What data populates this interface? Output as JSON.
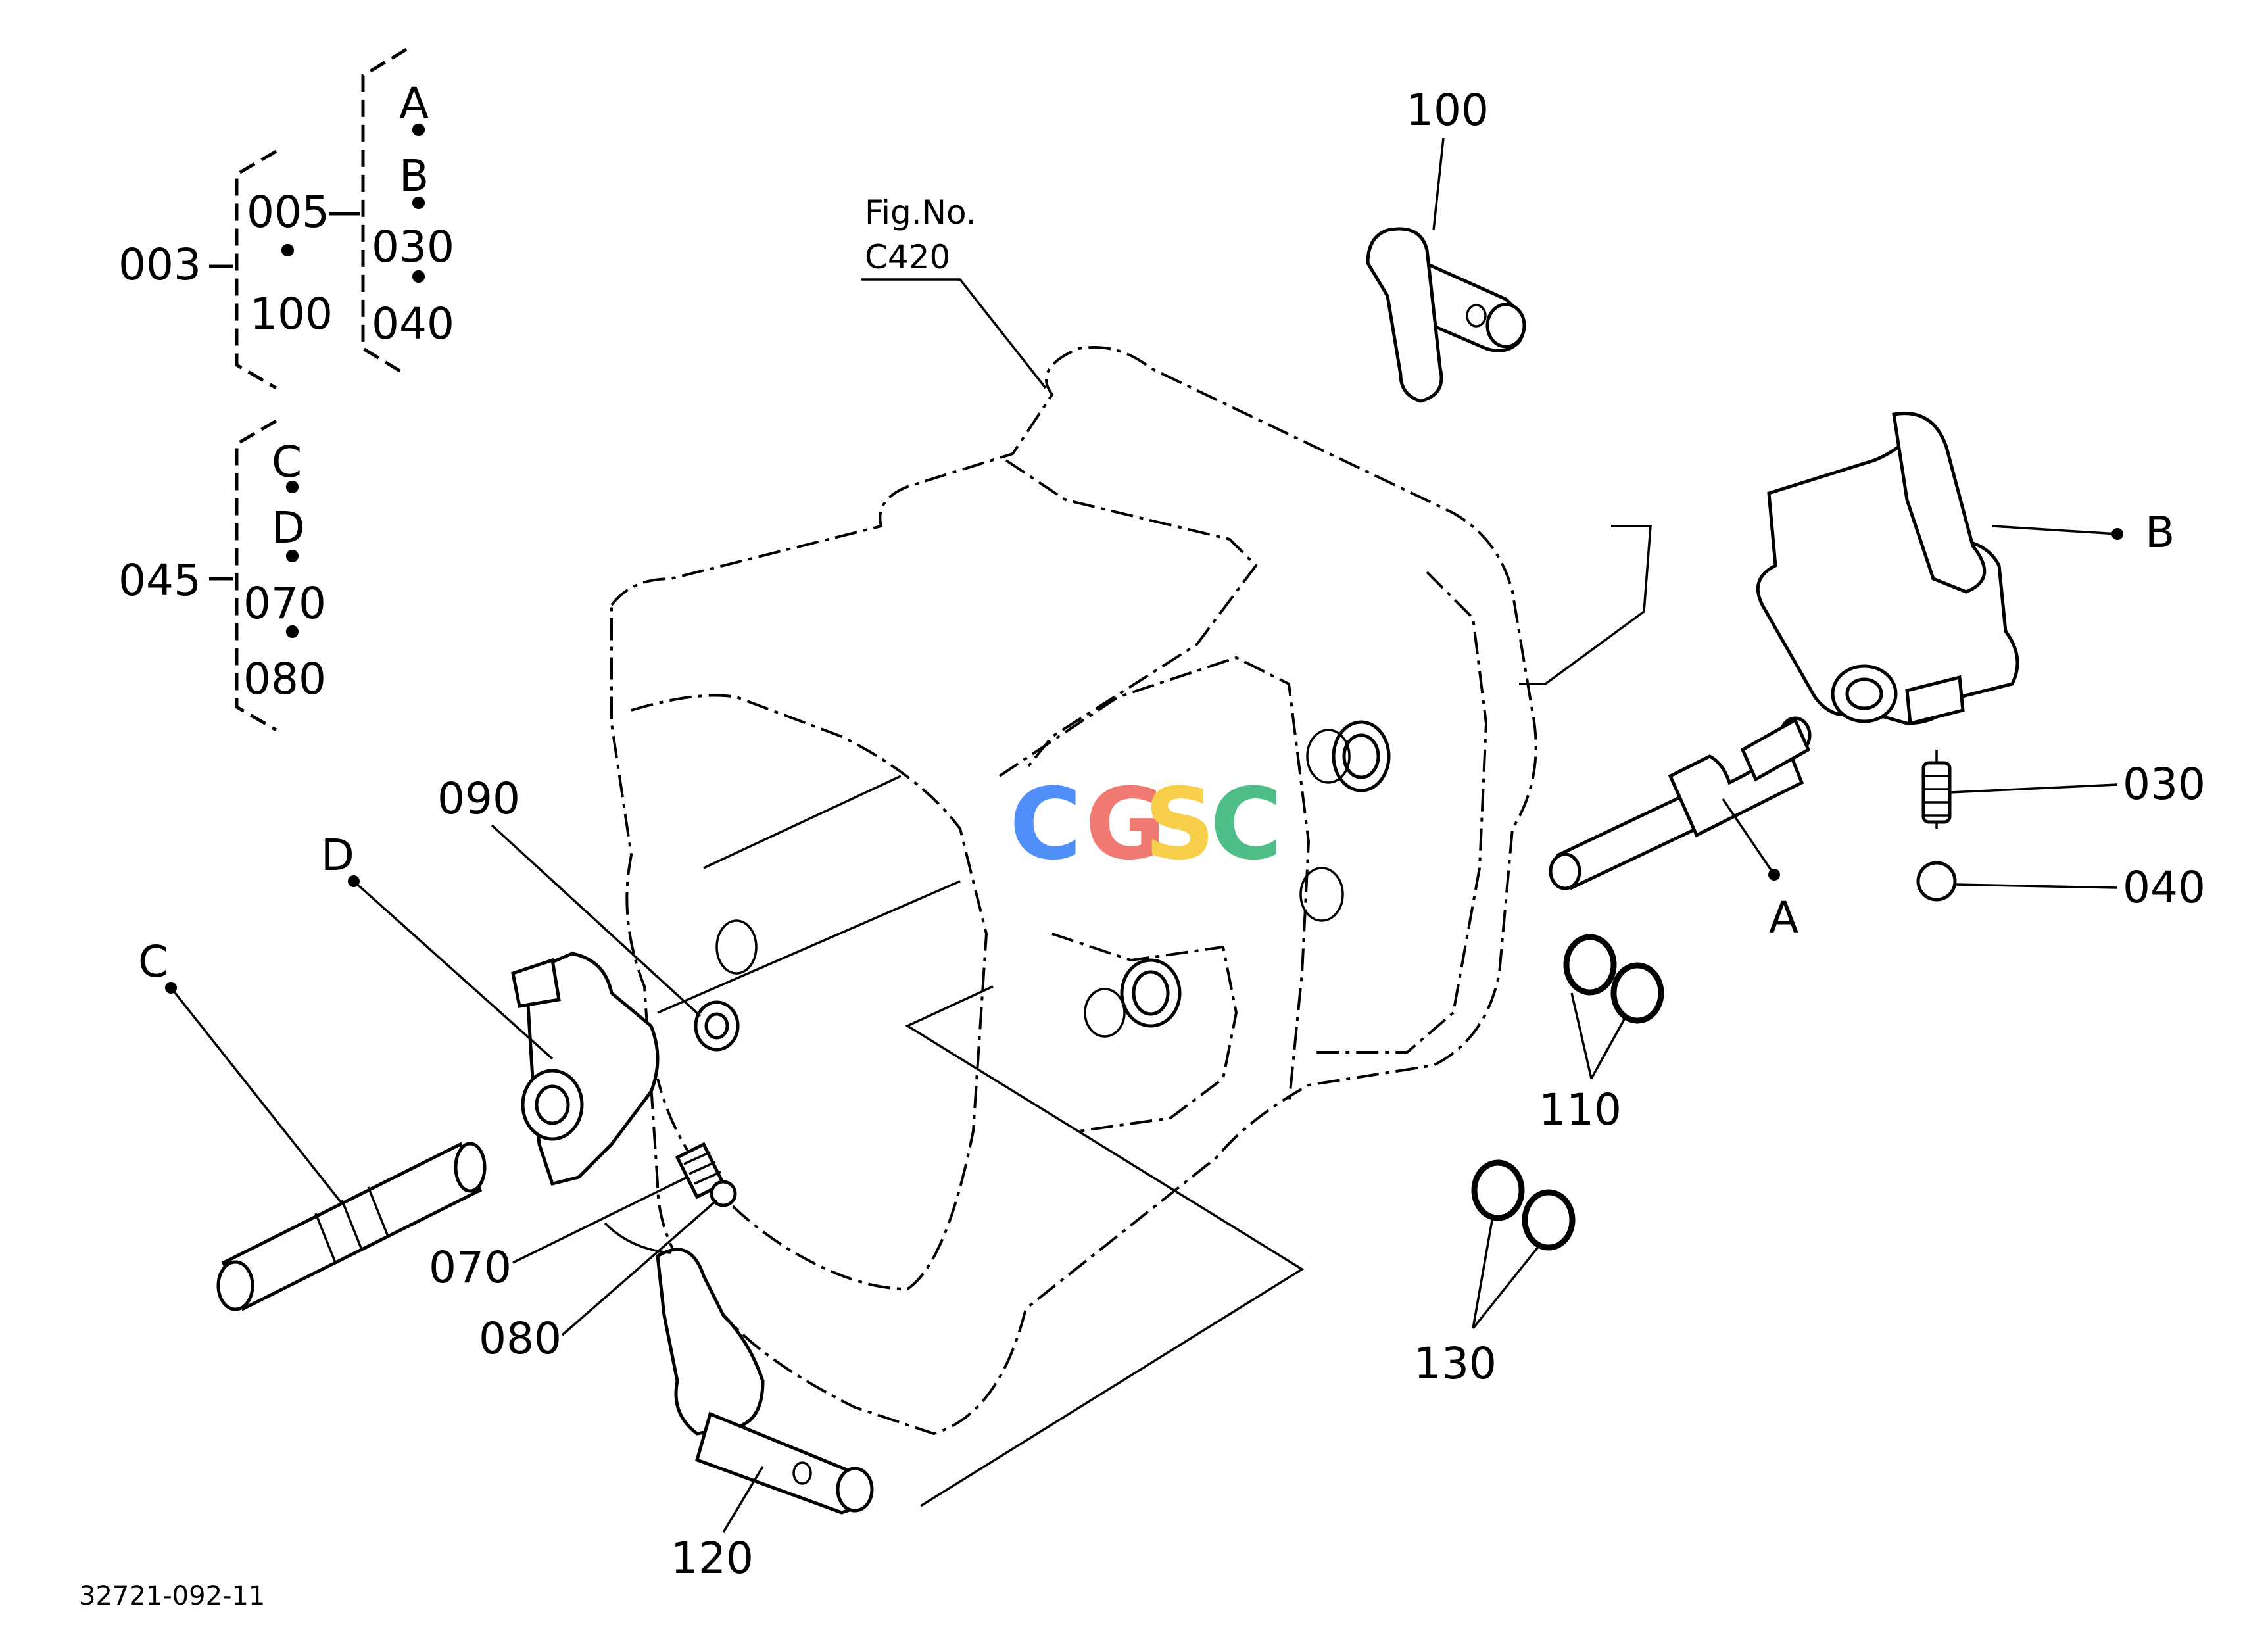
{
  "figure_ref": {
    "line1": "Fig.No.",
    "line2": "C420"
  },
  "doc_code": "32721-092-11",
  "watermark": {
    "letters": [
      "C",
      "G",
      "S",
      "C"
    ],
    "colors": [
      "#4f8ff7",
      "#f07a72",
      "#f7cf4a",
      "#4fbd87"
    ]
  },
  "assembly_groups": [
    {
      "id": "003",
      "children": [
        "005",
        "•",
        "100"
      ],
      "sub_of": "005",
      "sub": [
        "A",
        "•",
        "B",
        "•",
        "030",
        "•",
        "040"
      ]
    },
    {
      "id": "045",
      "children": [
        "C",
        "•",
        "D",
        "•",
        "070",
        "•",
        "080"
      ]
    }
  ],
  "callouts": {
    "c100": "100",
    "cB": "B",
    "c030": "030",
    "c040": "040",
    "cA": "A",
    "c110": "110",
    "c130": "130",
    "c120": "120",
    "c090": "090",
    "cD": "D",
    "cC": "C",
    "c070": "070",
    "c080": "080"
  }
}
